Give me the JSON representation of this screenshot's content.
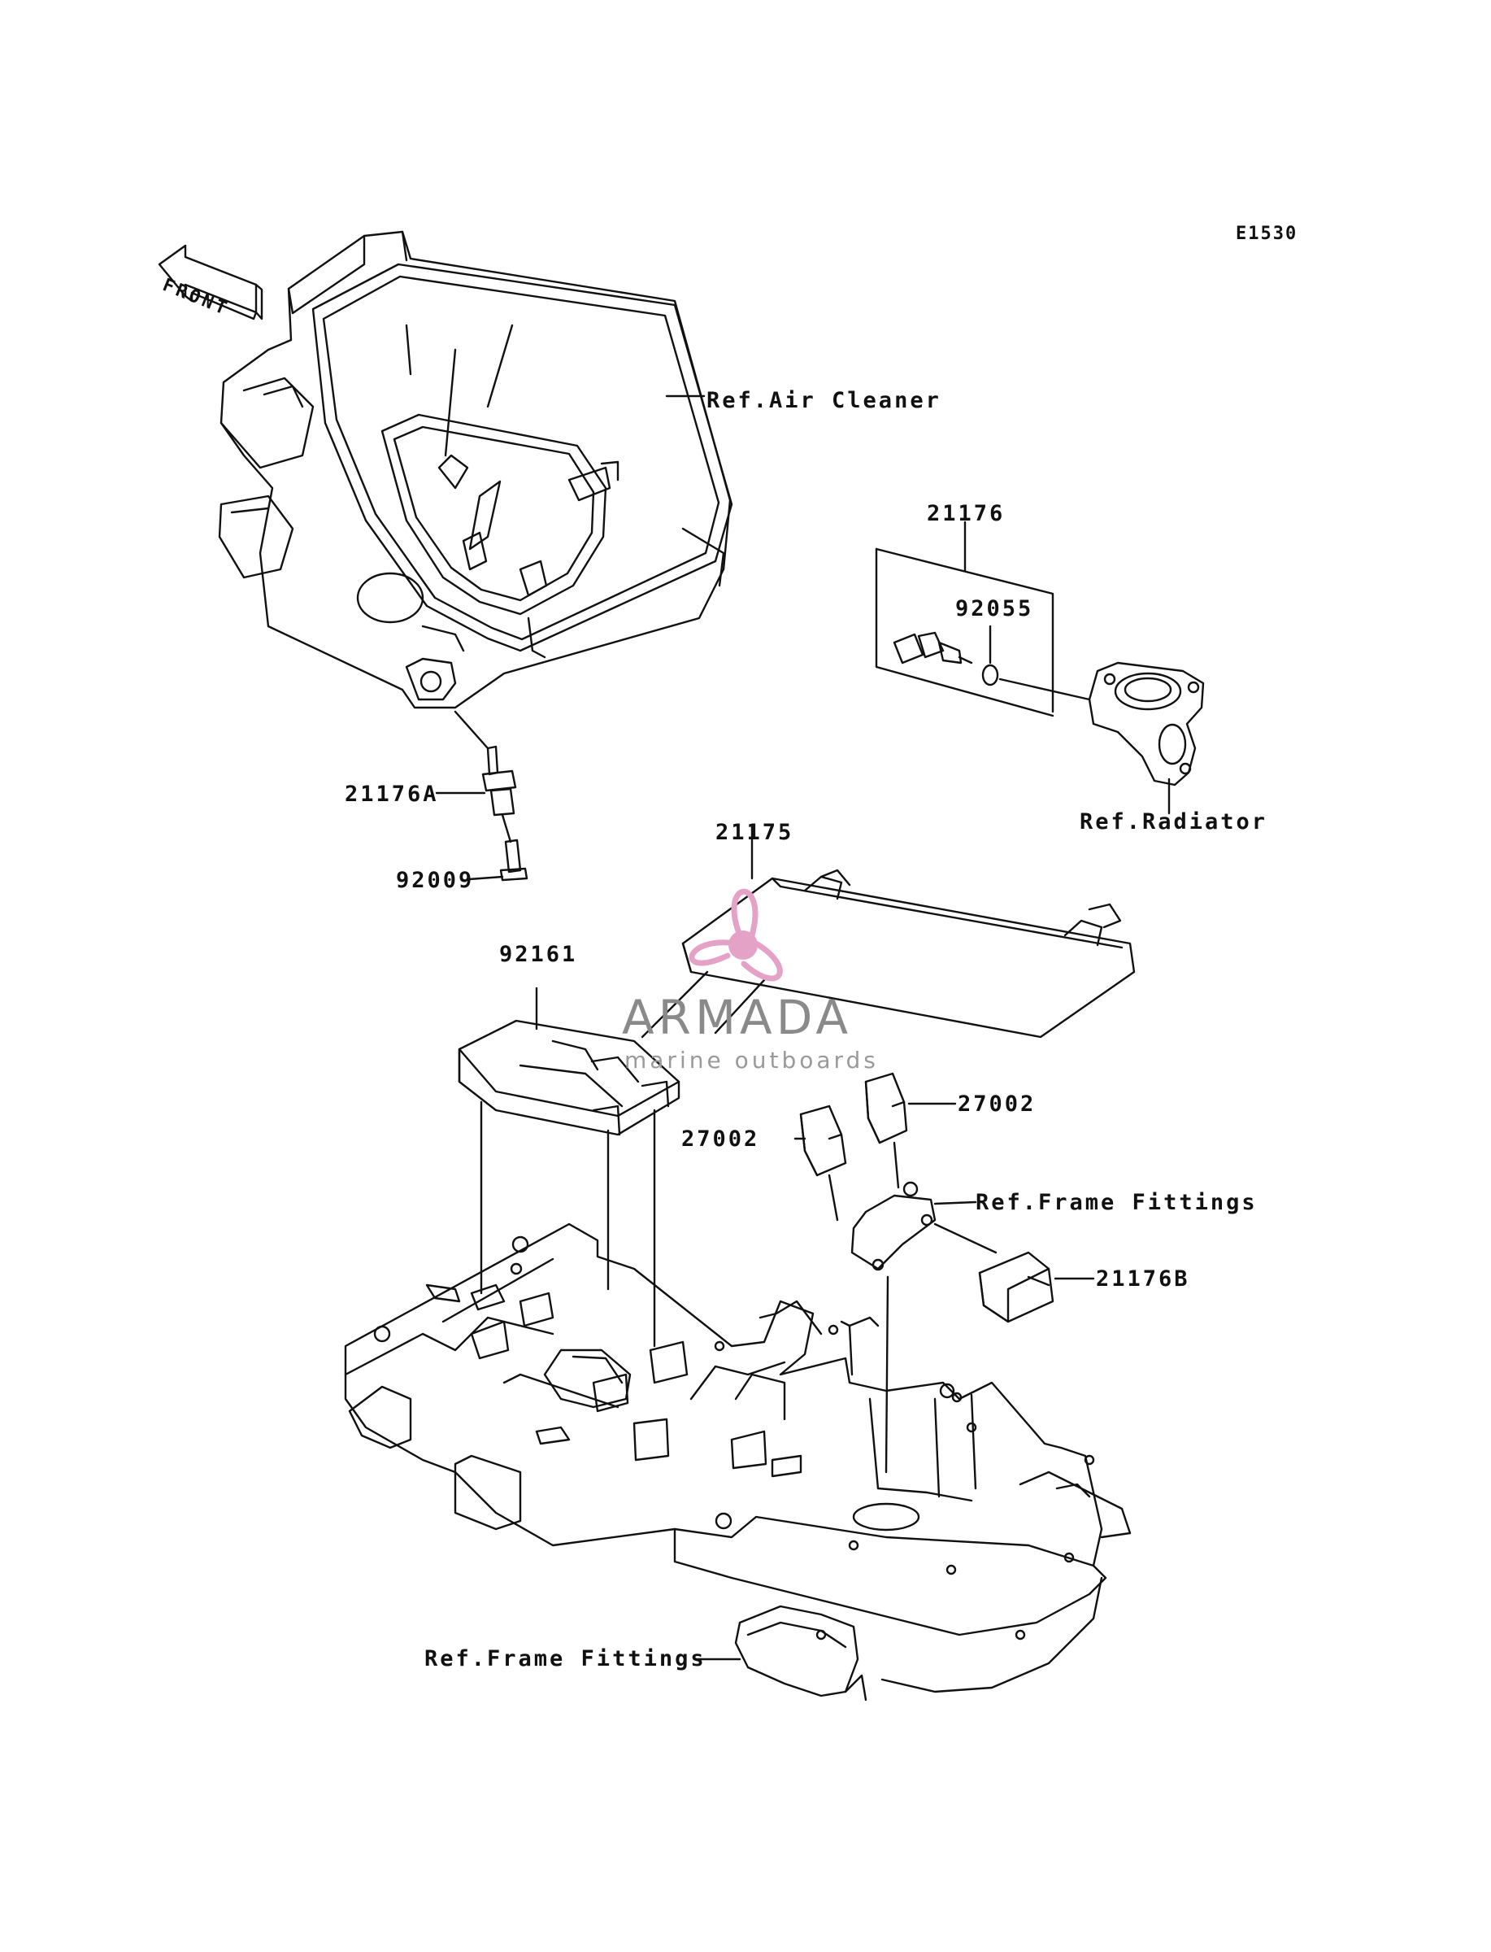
{
  "diagram_code": "E1530",
  "front_marker": "FRONT",
  "callouts": {
    "ref_air_cleaner": "Ref.Air Cleaner",
    "p21176": "21176",
    "p92055": "92055",
    "ref_radiator": "Ref.Radiator",
    "p21176a": "21176A",
    "p92009": "92009",
    "p21175": "21175",
    "p92161": "92161",
    "p27002_right": "27002",
    "p27002_left": "27002",
    "ref_frame_fittings_upper": "Ref.Frame Fittings",
    "p21176b": "21176B",
    "ref_frame_fittings_lower": "Ref.Frame Fittings"
  },
  "watermark": {
    "name": "ARMADA",
    "tagline": "marine outboards",
    "logo_color": "#e4a3c6"
  }
}
